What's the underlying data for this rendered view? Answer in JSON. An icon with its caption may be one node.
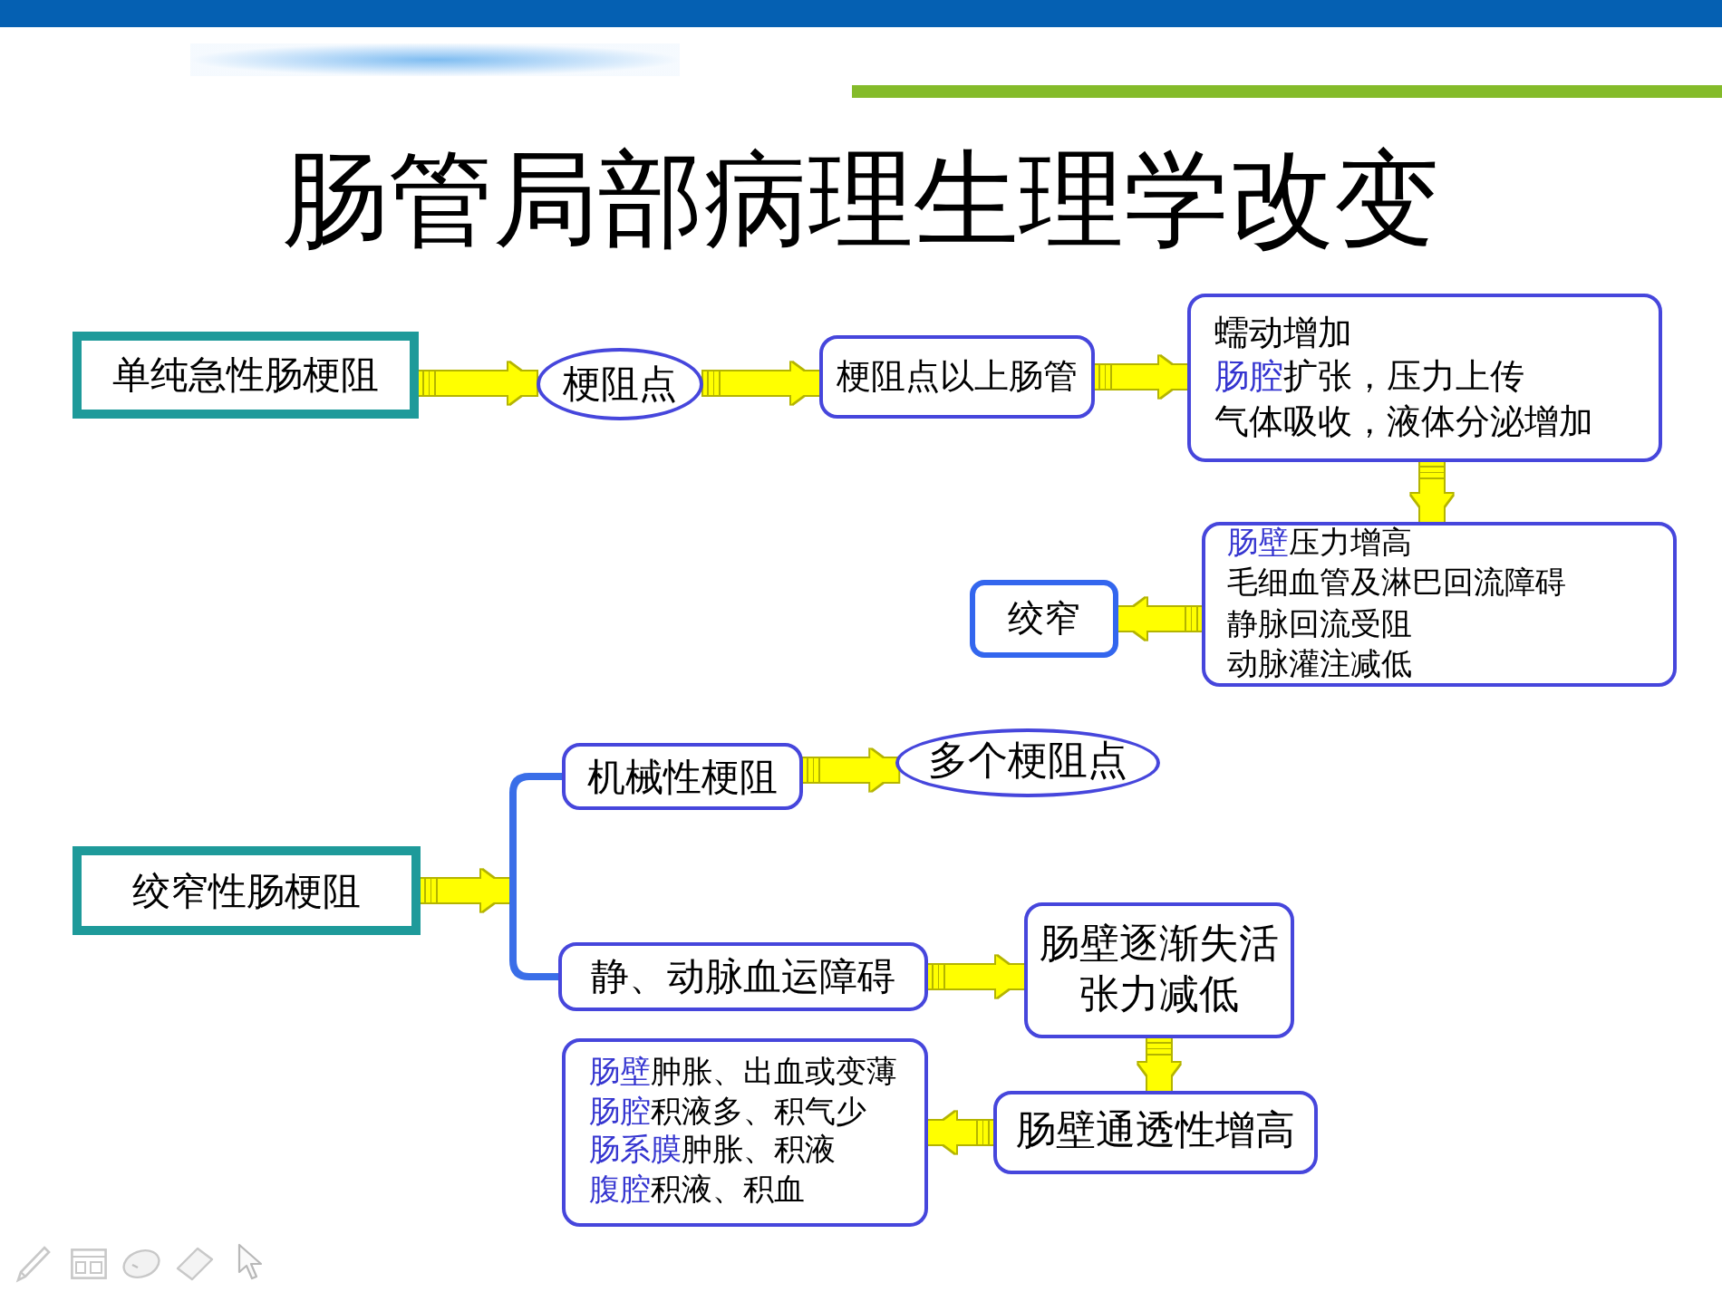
{
  "diagram": {
    "title": "肠管局部病理生理学改变",
    "nodes": [
      {
        "text": [
          "单纯急性肠梗阻"
        ]
      },
      {
        "text": [
          "梗阻点"
        ]
      },
      {
        "text": [
          "梗阻点以上肠管"
        ]
      },
      {
        "text": [
          "蠕动增加",
          "**肠腔**扩张，压力上传",
          "气体吸收，液体分泌增加"
        ]
      },
      {
        "text": [
          "**肠壁**压力增高",
          "毛细血管及淋巴回流障碍",
          "静脉回流受阻",
          "动脉灌注减低"
        ]
      },
      {
        "text": [
          "绞窄"
        ]
      },
      {
        "text": [
          "绞窄性肠梗阻"
        ]
      },
      {
        "text": [],
        "shape": "bar"
      },
      {
        "text": [
          "机械性梗阻"
        ]
      },
      {
        "text": [
          "多个梗阻点"
        ]
      },
      {
        "text": [
          "静、动脉血运障碍"
        ]
      },
      {
        "text": [
          "肠壁逐渐失活",
          "张力减低"
        ]
      },
      {
        "text": [
          "肠壁通透性增高"
        ]
      },
      {
        "text": [
          "**肠壁**肿胀、出血或变薄",
          "**肠腔**积液多、积气少",
          "**肠系膜**肿胀、积液",
          "**腹腔**积液、积血"
        ]
      }
    ],
    "edges": [
      {
        "from": 0,
        "to": 1,
        "arrow": "to"
      },
      {
        "from": 1,
        "to": 2,
        "arrow": "to"
      },
      {
        "from": 2,
        "to": 3,
        "arrow": "to"
      },
      {
        "from": 3,
        "to": 4,
        "arrow": "to"
      },
      {
        "from": 4,
        "to": 5,
        "arrow": "to"
      },
      {
        "from": 6,
        "to": 7,
        "arrow": "to"
      },
      {
        "from": 7,
        "to": 8,
        "arrow": "none",
        "color": "#3a6ee8"
      },
      {
        "from": 7,
        "to": 10,
        "arrow": "none",
        "color": "#3a6ee8"
      },
      {
        "from": 8,
        "to": 9,
        "arrow": "to"
      },
      {
        "from": 10,
        "to": 11,
        "arrow": "to"
      },
      {
        "from": 11,
        "to": 12,
        "arrow": "to"
      },
      {
        "from": 12,
        "to": 13,
        "arrow": "to"
      }
    ]
  }
}
